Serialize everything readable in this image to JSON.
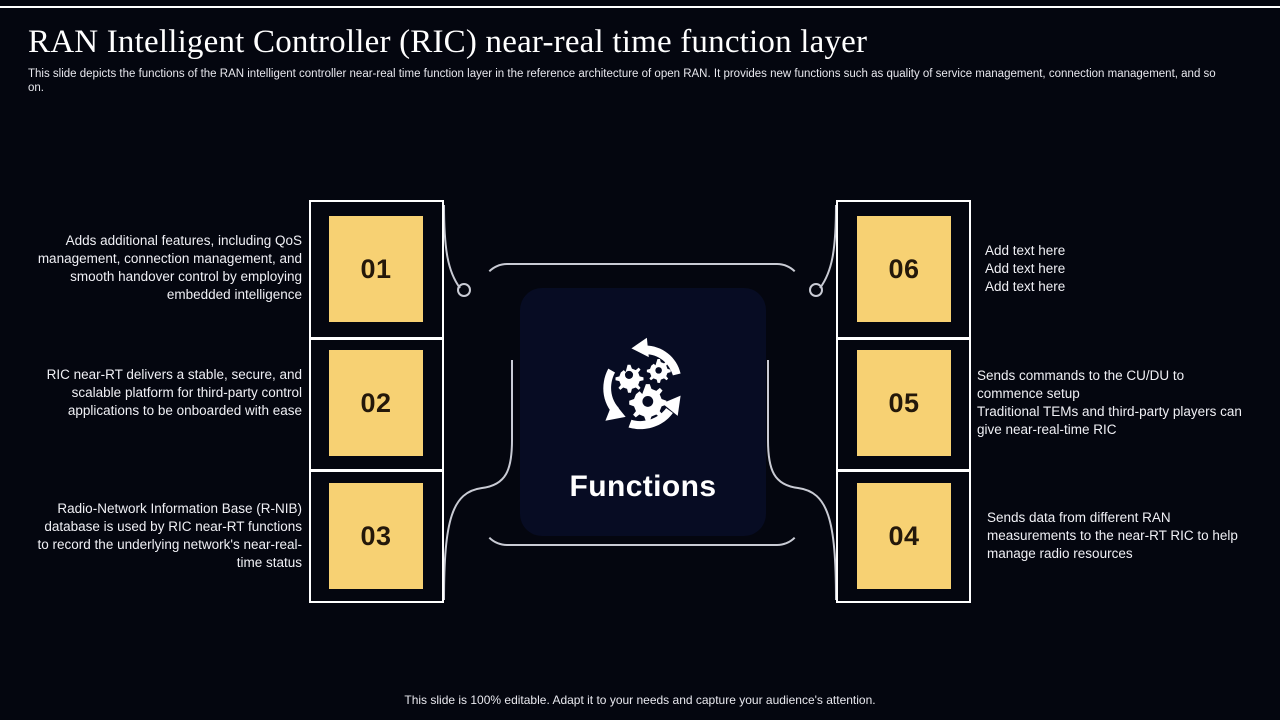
{
  "header": {
    "title": "RAN Intelligent Controller (RIC) near-real time function layer",
    "subtitle": "This slide depicts the functions of the RAN intelligent controller near-real time function layer in the reference architecture of open RAN.  It provides new functions such as quality of service management, connection management, and so on."
  },
  "center": {
    "label": "Functions",
    "icon": "gears-recycle-icon"
  },
  "left_items": [
    {
      "number": "01",
      "text": "Adds additional features, including QoS management, connection management, and smooth handover control by employing embedded intelligence"
    },
    {
      "number": "02",
      "text": "RIC near-RT delivers a stable, secure, and scalable platform for third-party control applications to be onboarded with ease"
    },
    {
      "number": "03",
      "text": "Radio-Network Information Base (R-NIB) database is used by RIC near-RT functions to record the underlying network's near-real-time status"
    }
  ],
  "right_items": [
    {
      "number": "06",
      "text": "Add text here\nAdd text here\nAdd text here"
    },
    {
      "number": "05",
      "text": "Sends commands to the CU/DU to commence setup\nTraditional TEMs and third-party players can give near-real-time RIC"
    },
    {
      "number": "04",
      "text": "Sends data from different RAN measurements to the near-RT RIC to help manage radio resources"
    }
  ],
  "footer": {
    "note": "This slide is 100% editable. Adapt it to your needs and capture your audience's attention."
  },
  "colors": {
    "background": "#04060f",
    "tile": "#f7d173",
    "tile_text": "#24180a",
    "outline": "#ffffff",
    "center_card": "#070c23",
    "text": "#f0f0f5"
  }
}
